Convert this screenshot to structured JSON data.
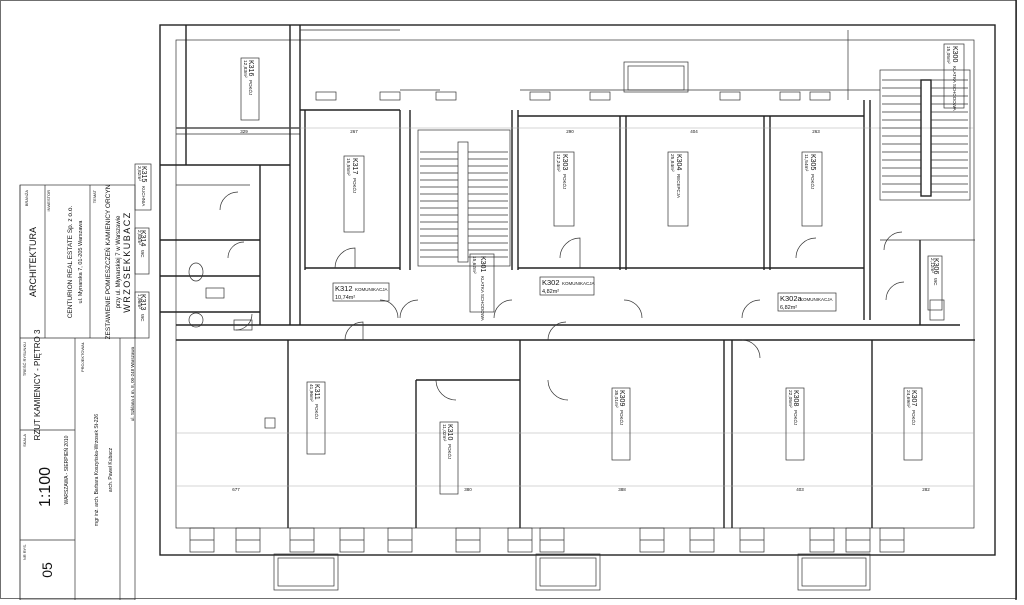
{
  "rooms": [
    {
      "id": "K316",
      "area": "12,83m²",
      "name": "POKÓJ"
    },
    {
      "id": "K317",
      "area": "15,55m²",
      "name": "POKÓJ"
    },
    {
      "id": "K315",
      "area": "3,82m²",
      "name": "KUCHNIA"
    },
    {
      "id": "K314",
      "area": "2,83m²",
      "name": "WC"
    },
    {
      "id": "K313",
      "area": "1,96m²",
      "name": "WC"
    },
    {
      "id": "K312",
      "area": "10,74m²",
      "name": "KOMUNIKACJA"
    },
    {
      "id": "K301",
      "area": "15,62m²",
      "name": "KLATKA SCHODOWA"
    },
    {
      "id": "K303",
      "area": "12,24m²",
      "name": "POKÓJ"
    },
    {
      "id": "K304",
      "area": "25,84m²",
      "name": "RECEPCJA"
    },
    {
      "id": "K305",
      "area": "11,54m²",
      "name": "POKÓJ"
    },
    {
      "id": "K302",
      "area": "4,82m²",
      "name": "KOMUNIKACJA"
    },
    {
      "id": "K302a",
      "area": "6,82m²",
      "name": "KOMUNIKACJA"
    },
    {
      "id": "K306",
      "area": "2,12m²",
      "name": "WC"
    },
    {
      "id": "K300",
      "area": "15,05m²",
      "name": "KLATKA SCHODOWA"
    },
    {
      "id": "K311",
      "area": "41,96m²",
      "name": "POKÓJ"
    },
    {
      "id": "K310",
      "area": "11,02m²",
      "name": "POKÓJ"
    },
    {
      "id": "K309",
      "area": "35,01m²",
      "name": "POKÓJ"
    },
    {
      "id": "K308",
      "area": "22,05m²",
      "name": "POKÓJ"
    },
    {
      "id": "K307",
      "area": "24,69m²",
      "name": "POKÓJ"
    }
  ],
  "dimensions": {
    "top": [
      "329",
      "267",
      "290",
      "404",
      "263"
    ],
    "bottom": [
      "677",
      "380",
      "388",
      "403",
      "282"
    ]
  },
  "title_block": {
    "branch_label": "BRANŻA",
    "branch": "ARCHITEKTURA",
    "investor_label": "INWESTOR",
    "investor_name": "CENTURION REAL ESTATE Sp. z o.o.",
    "investor_address": "ul. Mynarska 7, 01-205 Warszawa",
    "topic_label": "TEMAT",
    "topic_line1": "ZESTAWIENIE POMIESZCZEŃ KAMIENICY ORCYN",
    "topic_line2": "przy ul. Młynarskiej 7 w Warszawie",
    "firm_name": "WRZOSEKKUBACZ",
    "firm_address": "ul. Szklana 4 m. 8, 00-248 Warszawa",
    "designers_label": "PROJEKTOWAŁ",
    "designer1": "mgr inż. arch. Barbara Koszyńska-Wrzosek St-226",
    "designer2": "arch. Paweł Kubacz",
    "drawing_title_label": "TREŚĆ RYSUNKU",
    "drawing_title": "RZUT KAMIENICY - PIĘTRO 3",
    "scale_label": "SKALA",
    "scale": "1:100",
    "sheet_label": "NR RYS.",
    "sheet": "05",
    "place_date": "WARSZAWA - SIERPIEŃ 2010"
  },
  "colors": {
    "line": "#222222",
    "paper": "#ffffff"
  }
}
